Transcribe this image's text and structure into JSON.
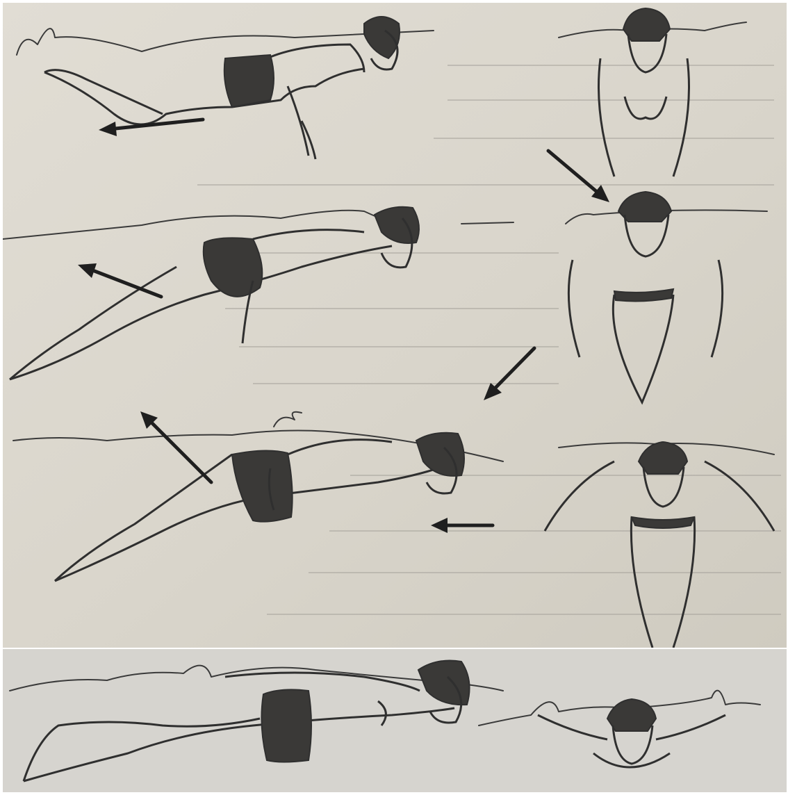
{
  "figure": {
    "background_colors": {
      "paper_top": "#dcd8ce",
      "paper_bottom": "#d6d4cf",
      "ink": "#2f2f2f",
      "arrow": "#1f1f1f"
    },
    "rows": [
      {
        "side_view_icon": "swimmer-side-glide-icon",
        "front_view_icon": "swimmer-front-arms-down-icon",
        "arrow_directions": [
          "left",
          "down-right"
        ]
      },
      {
        "side_view_icon": "swimmer-side-pull-icon",
        "front_view_icon": "swimmer-front-arms-in-icon",
        "arrow_directions": [
          "up-left",
          "down-left"
        ]
      },
      {
        "side_view_icon": "swimmer-side-recovery-icon",
        "front_view_icon": "swimmer-front-arms-out-icon",
        "arrow_directions": [
          "up-left",
          "left"
        ]
      },
      {
        "side_view_icon": "swimmer-side-streamline-icon",
        "front_view_icon": "swimmer-front-arms-forward-icon",
        "arrow_directions": []
      }
    ]
  }
}
